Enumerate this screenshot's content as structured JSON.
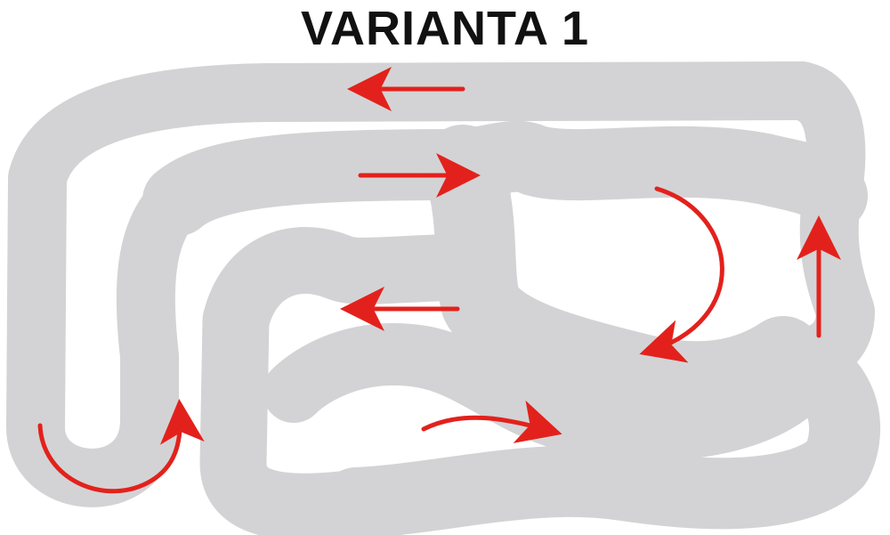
{
  "title": "VARIANTA 1",
  "colors": {
    "track": "#d3d3d5",
    "arrow": "#e3211c",
    "background": "#ffffff",
    "text": "#111111"
  },
  "diagram": {
    "type": "race-track-layout",
    "direction_arrows": [
      "left",
      "right",
      "left",
      "clockwise-turn",
      "up",
      "counterclockwise-turn",
      "right-curve"
    ]
  }
}
